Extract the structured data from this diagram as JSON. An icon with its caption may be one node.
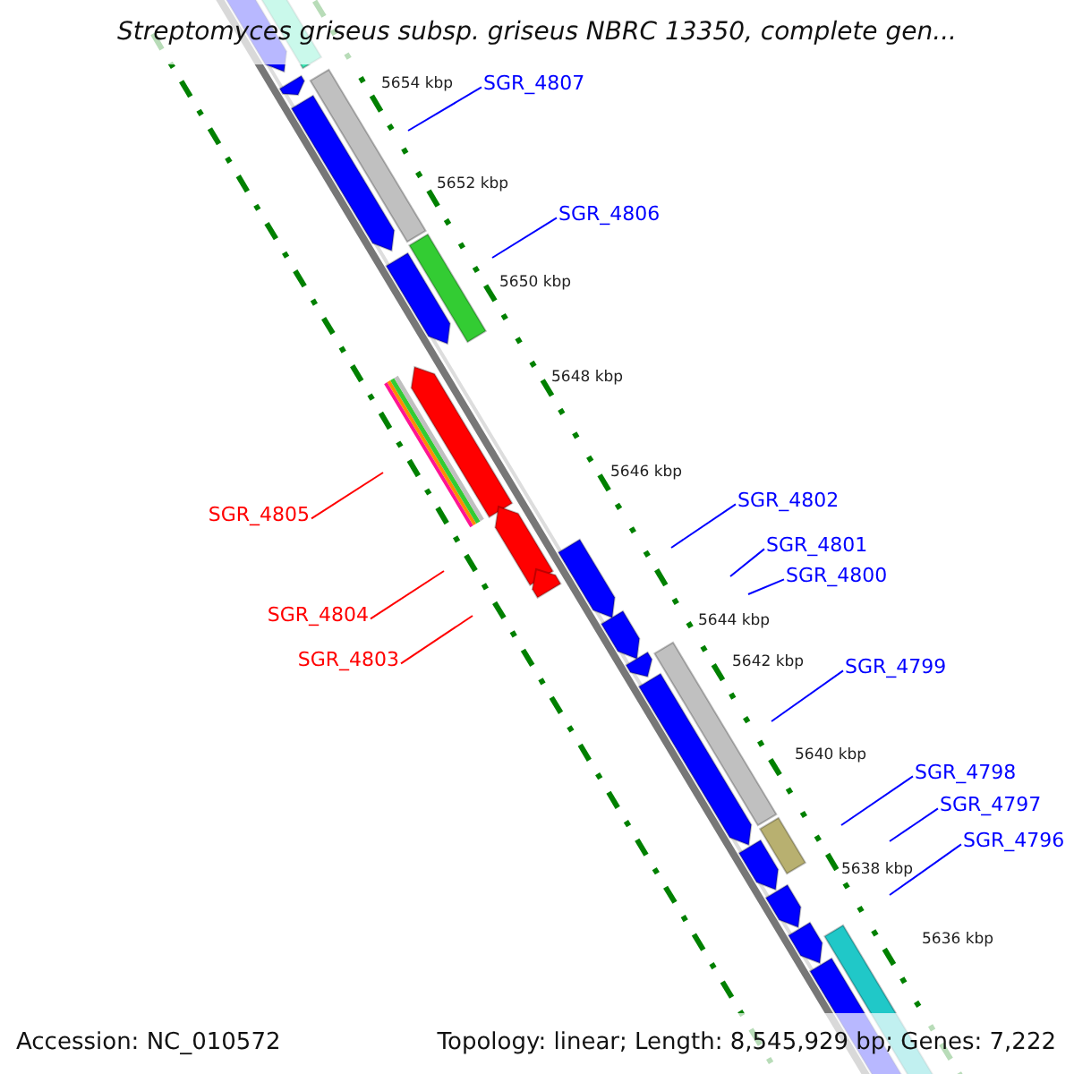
{
  "diagram": {
    "title": "Streptomyces griseus subsp. griseus NBRC 13350, complete gen...",
    "nodes": [
      {
        "text": [
          "SGR_4807"
        ]
      },
      {
        "text": [
          "SGR_4806"
        ]
      },
      {
        "text": [
          "SGR_4802"
        ]
      },
      {
        "text": [
          "SGR_4805"
        ]
      },
      {
        "text": [
          "SGR_4801"
        ]
      },
      {
        "text": [
          "SGR_4800"
        ]
      },
      {
        "text": [
          "SGR_4804"
        ]
      },
      {
        "text": [
          "SGR_4803"
        ]
      },
      {
        "text": [
          "SGR_4799"
        ]
      },
      {
        "text": [
          "SGR_4798"
        ]
      },
      {
        "text": [
          "SGR_4797"
        ]
      },
      {
        "text": [
          "SGR_4796"
        ]
      }
    ],
    "edges": [
      {
        "from": 0,
        "to": null,
        "arrow": "none"
      },
      {
        "from": 1,
        "to": null,
        "arrow": "none"
      },
      {
        "from": 2,
        "to": null,
        "arrow": "none"
      },
      {
        "from": 3,
        "to": null,
        "arrow": "none",
        "color": "#ff0000"
      },
      {
        "from": 4,
        "to": null,
        "arrow": "none"
      },
      {
        "from": 5,
        "to": null,
        "arrow": "none"
      },
      {
        "from": 6,
        "to": null,
        "arrow": "none",
        "color": "#ff0000"
      },
      {
        "from": 7,
        "to": null,
        "arrow": "none",
        "color": "#ff0000"
      },
      {
        "from": 8,
        "to": null,
        "arrow": "none"
      },
      {
        "from": 9,
        "to": null,
        "arrow": "none"
      },
      {
        "from": 10,
        "to": null,
        "arrow": "none"
      },
      {
        "from": 11,
        "to": null,
        "arrow": "none"
      }
    ],
    "labels": [
      "5654 kbp",
      "5652 kbp",
      "5650 kbp",
      "5648 kbp",
      "5646 kbp",
      "5644 kbp",
      "5642 kbp",
      "5640 kbp",
      "5638 kbp",
      "5636 kbp",
      "Accession: NC_010572",
      "Topology: linear; Length: 8,545,929 bp; Genes: 7,222"
    ]
  }
}
